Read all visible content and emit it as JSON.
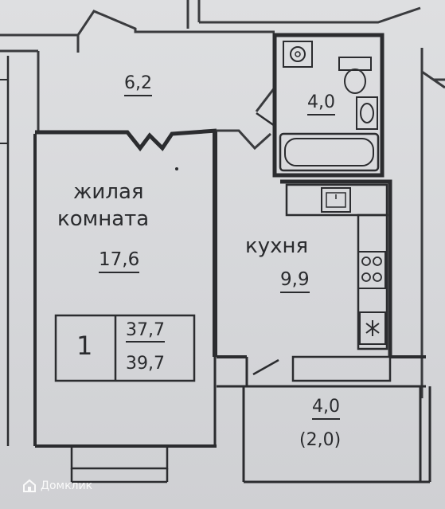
{
  "rooms": {
    "balcony_top": {
      "area": "6,2"
    },
    "bathroom": {
      "area": "4,0"
    },
    "living_room": {
      "name_line1": "жилая",
      "name_line2": "комната",
      "area": "17,6"
    },
    "kitchen": {
      "name": "кухня",
      "area": "9,9"
    },
    "balcony_bottom": {
      "area": "4,0",
      "area_reduced": "(2,0)"
    }
  },
  "info_box": {
    "room_count": "1",
    "area_top": "37,7",
    "area_bottom": "39,7"
  },
  "watermark": {
    "text": "Домклик"
  },
  "colors": {
    "wall": "#2b2c2f",
    "line": "#3a3b3e",
    "paper": "#dcdde0",
    "watermark": "#ffffff"
  }
}
